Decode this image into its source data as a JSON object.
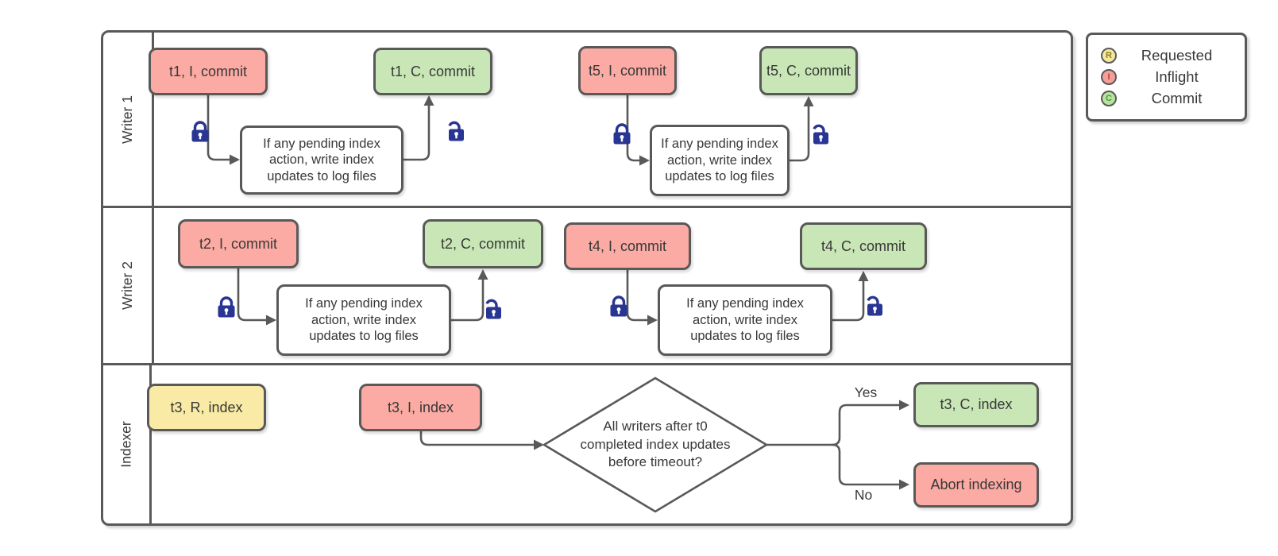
{
  "lanes": [
    {
      "label": "Writer 1"
    },
    {
      "label": "Writer 2"
    },
    {
      "label": "Indexer"
    }
  ],
  "process_text": "If any pending index action, write index updates to log files",
  "writer1": {
    "flow1": {
      "start": "t1, I, commit",
      "end": "t1, C, commit"
    },
    "flow2": {
      "start": "t5, I, commit",
      "end": "t5, C, commit"
    }
  },
  "writer2": {
    "flow1": {
      "start": "t2, I, commit",
      "end": "t2, C, commit"
    },
    "flow2": {
      "start": "t4, I, commit",
      "end": "t4, C, commit"
    }
  },
  "indexer": {
    "requested": "t3, R, index",
    "inflight": "t3, I, index",
    "decision": {
      "line1": "All writers after t0",
      "line2": "completed index updates",
      "line3": "before timeout?"
    },
    "yes_label": "Yes",
    "no_label": "No",
    "commit": "t3, C, index",
    "abort": "Abort indexing"
  },
  "legend": {
    "items": [
      {
        "letter": "R",
        "label": "Requested"
      },
      {
        "letter": "I",
        "label": "Inflight"
      },
      {
        "letter": "C",
        "label": "Commit"
      }
    ]
  },
  "colors": {
    "inflight_fill": "#FBABA3",
    "commit_fill": "#C9E7B6",
    "requested_fill": "#F9EBA5",
    "stroke": "#595959",
    "lock": "#283593",
    "text": "#383838"
  }
}
